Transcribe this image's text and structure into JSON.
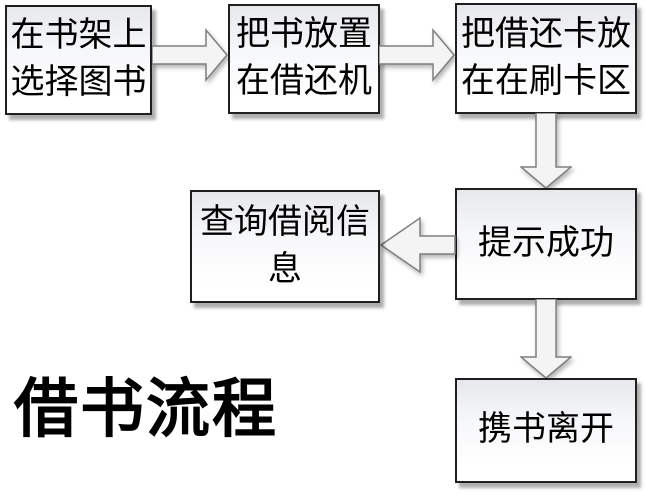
{
  "title": "借书流程",
  "boxes": [
    {
      "id": "select-book",
      "label": "在书架上选择图书"
    },
    {
      "id": "place-book",
      "label": "把书放置在借还机"
    },
    {
      "id": "swipe-card",
      "label": "把借还卡放在在刷卡区"
    },
    {
      "id": "success-prompt",
      "label": "提示成功"
    },
    {
      "id": "query-borrow-info",
      "label": "查询借阅信息"
    },
    {
      "id": "leave-with-book",
      "label": "携书离开"
    }
  ],
  "flow": [
    {
      "from": "select-book",
      "to": "place-book",
      "direction": "right"
    },
    {
      "from": "place-book",
      "to": "swipe-card",
      "direction": "right"
    },
    {
      "from": "swipe-card",
      "to": "success-prompt",
      "direction": "down"
    },
    {
      "from": "success-prompt",
      "to": "query-borrow-info",
      "direction": "left"
    },
    {
      "from": "success-prompt",
      "to": "leave-with-book",
      "direction": "down"
    }
  ],
  "colors": {
    "background": "#ffffff",
    "box_border": "#1f1f1f",
    "box_fill_top": "#e7e8ec",
    "box_fill_bottom": "#ffffff",
    "box_shadow": "#b5b5b5",
    "arrow_fill": "#f4f4f4",
    "arrow_stroke": "#7f7f7f",
    "text": "#000000"
  }
}
